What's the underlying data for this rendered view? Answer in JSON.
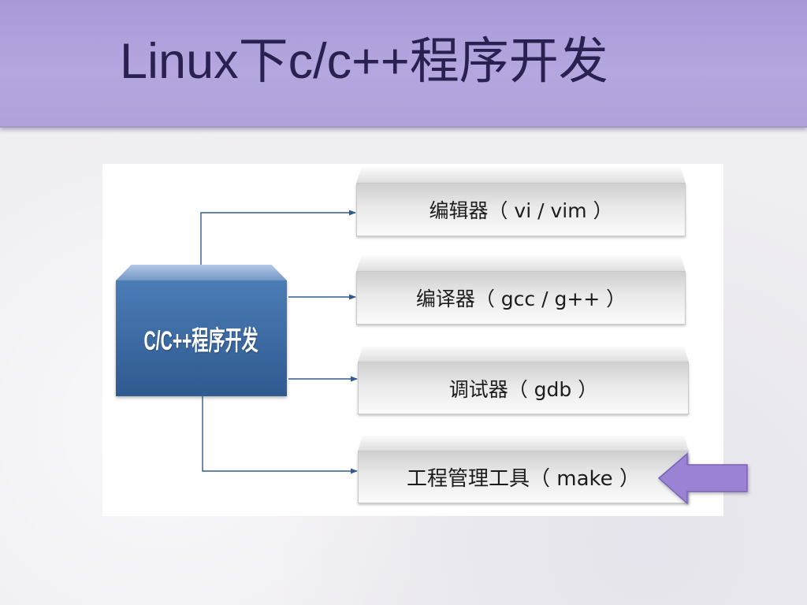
{
  "title": "Linux下c/c++程序开发",
  "diagram": {
    "root": {
      "label": "C/C++程序开发"
    },
    "tools": [
      {
        "label": "编辑器（ vi / vim ）"
      },
      {
        "label": "编译器（ gcc / g++ ）"
      },
      {
        "label": "调试器（ gdb ）"
      },
      {
        "label": "工程管理工具（ make ）",
        "highlighted": true
      }
    ],
    "highlight_marker": "left-arrow-icon"
  },
  "colors": {
    "header_band": "#b6a6df",
    "title_text": "#2a2150",
    "root_box": "#3a679f",
    "connector": "#2f5b8f",
    "tool_box": "#e9e9e9",
    "highlight_arrow": "#9a83d4"
  }
}
